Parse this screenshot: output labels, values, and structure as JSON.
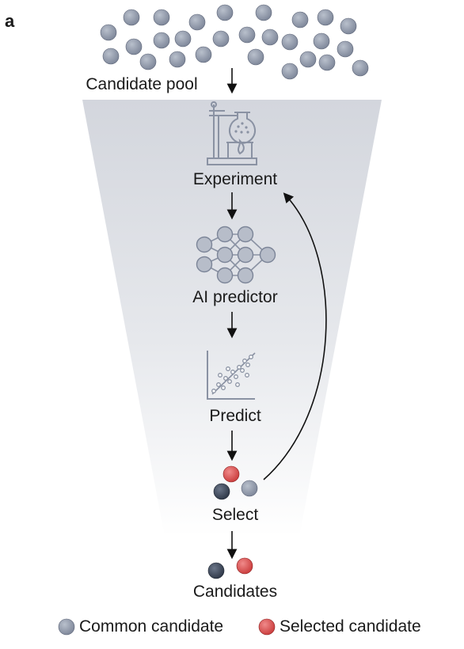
{
  "panel_label": "a",
  "labels": {
    "candidate_pool": "Candidate pool",
    "experiment": "Experiment",
    "ai_predictor": "AI predictor",
    "predict": "Predict",
    "select": "Select",
    "candidates": "Candidates"
  },
  "legend": {
    "common": "Common candidate",
    "selected": "Selected candidate"
  },
  "colors": {
    "common": "#8a94a6",
    "selected": "#d94a4a",
    "dark": "#3a4556",
    "funnel": "#d6d9df",
    "icon": "#8a92a3"
  }
}
